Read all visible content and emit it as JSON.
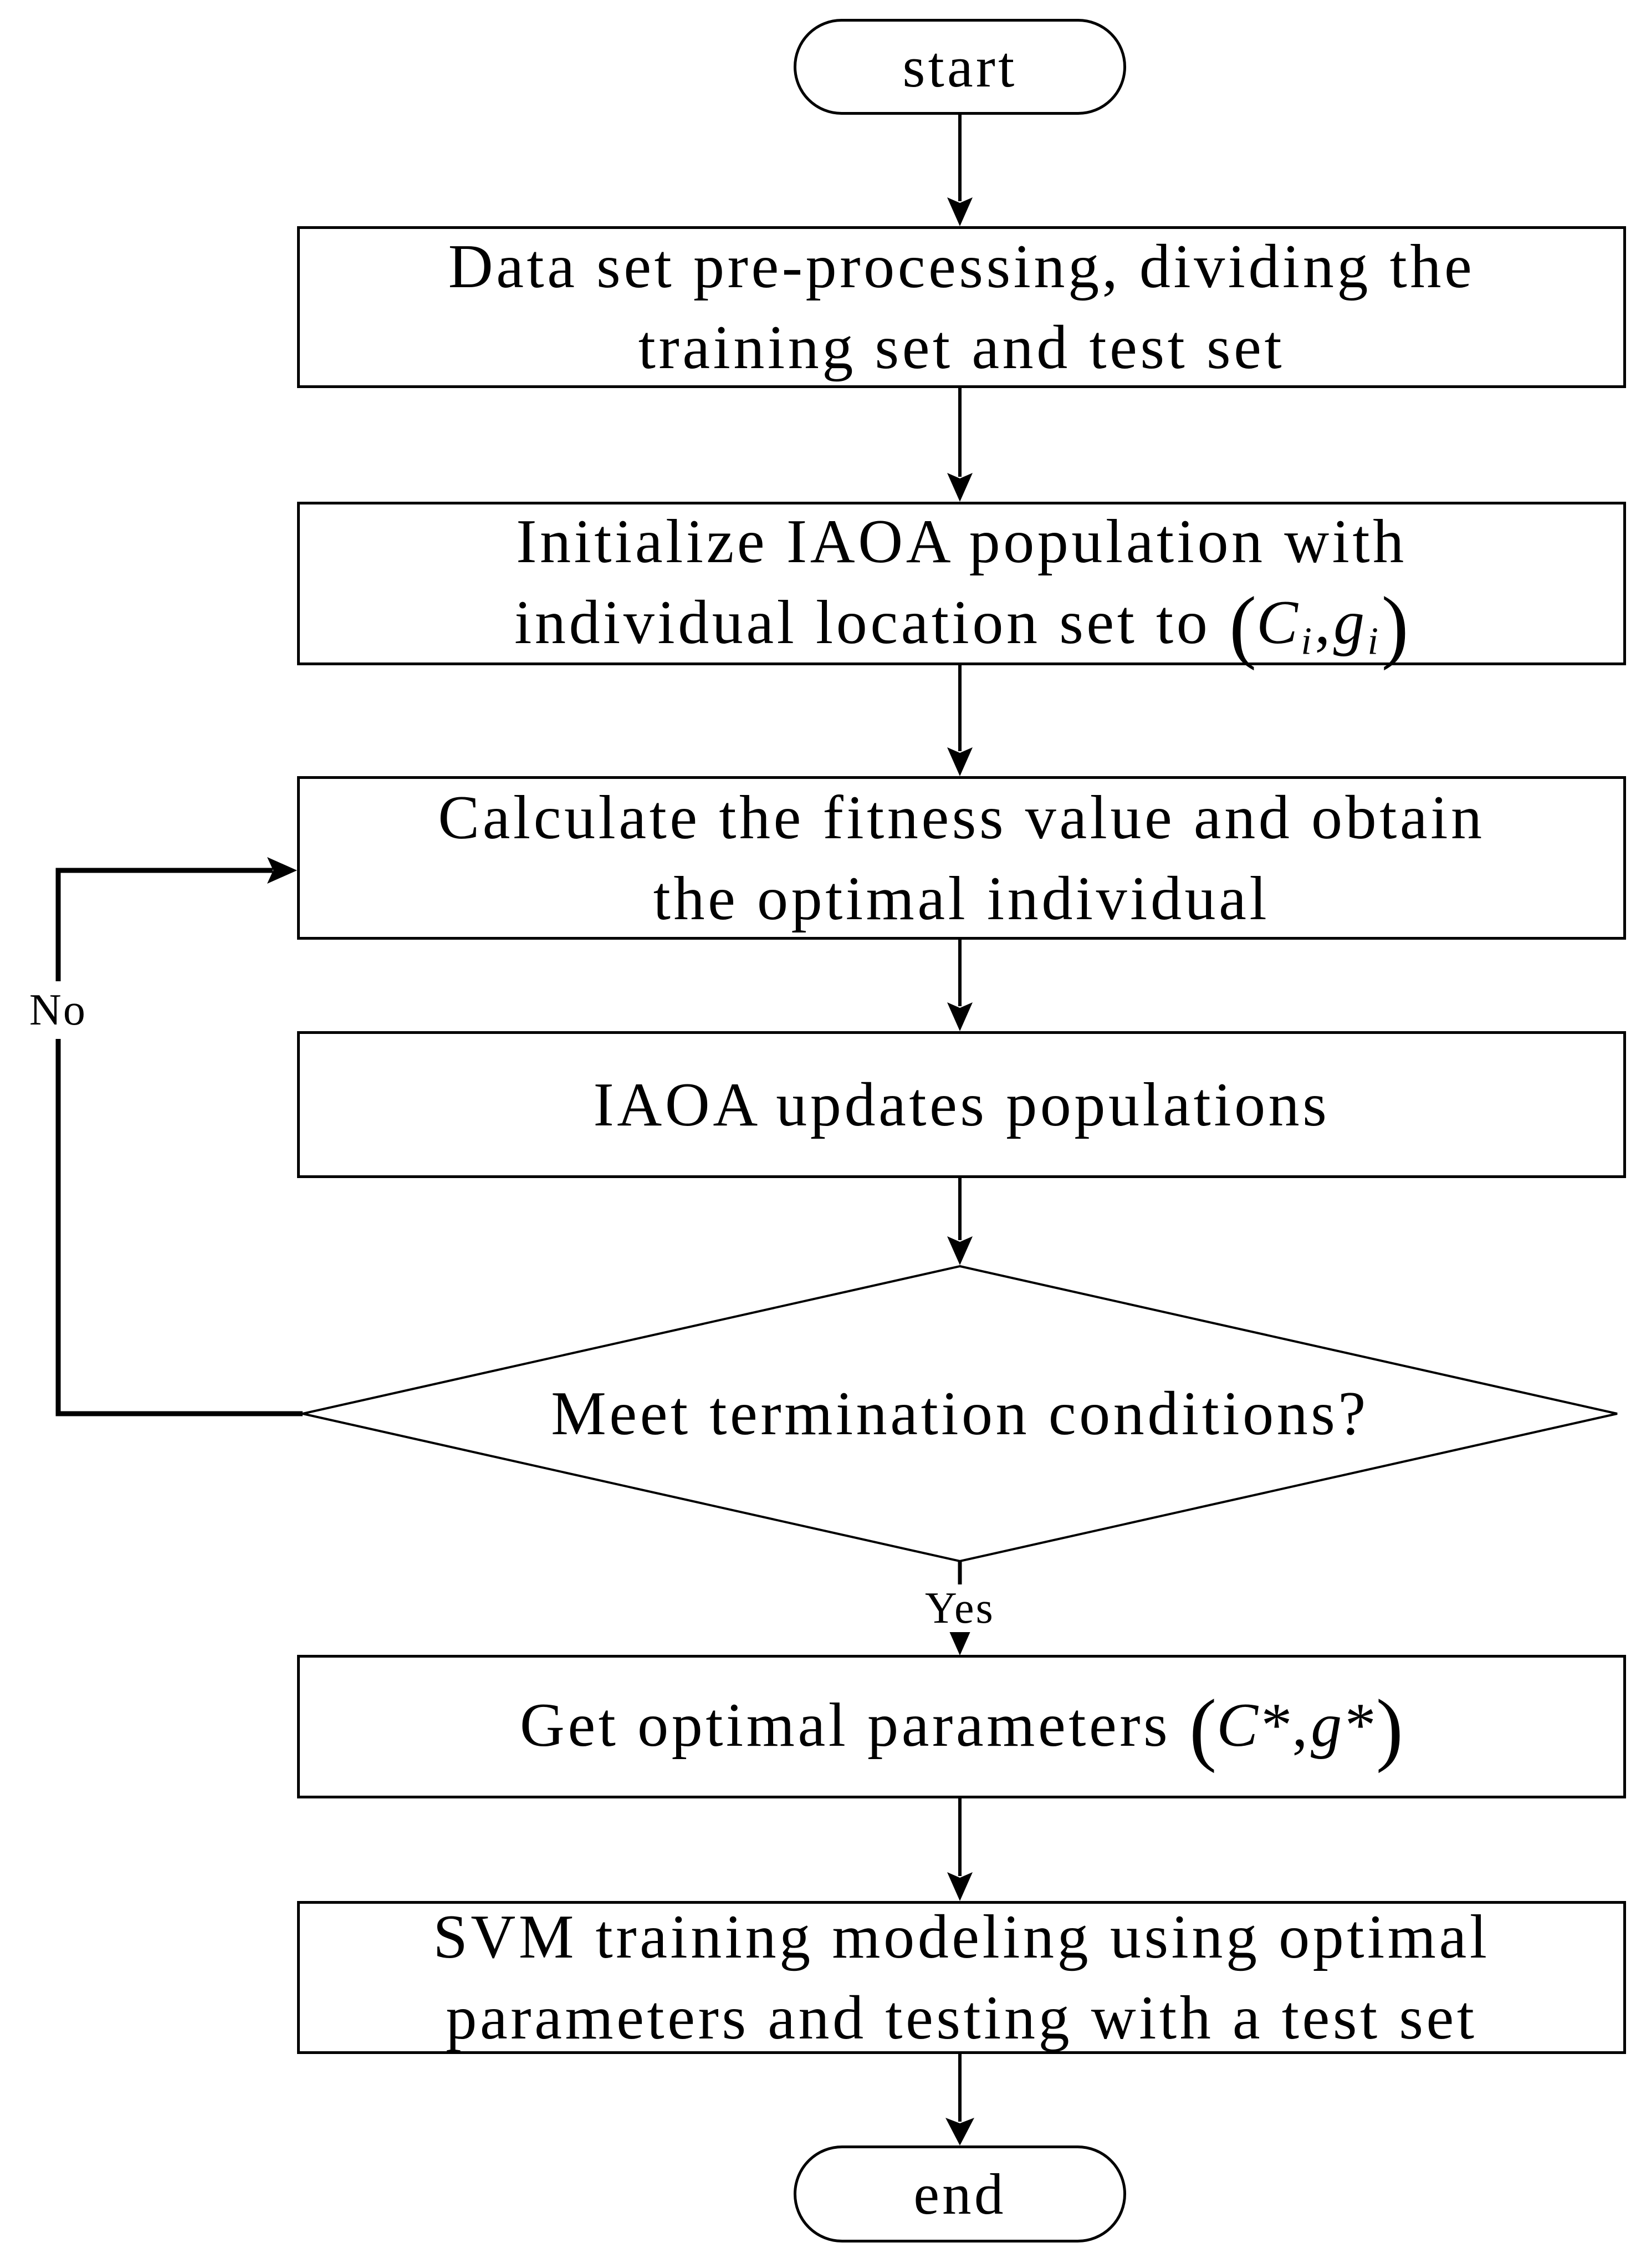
{
  "diagram": {
    "type": "flowchart",
    "background_color": "#ffffff",
    "line_color": "#000000"
  },
  "nodes": {
    "start": {
      "label": "start"
    },
    "preprocess": {
      "line1": "Data set pre-processing, dividing the",
      "line2": "training set and test set"
    },
    "initialize": {
      "line1": "Initialize IAOA population with",
      "line2_text": "individual location set to ",
      "open_paren": "(",
      "var_c": "C",
      "sub_i1": "i",
      "comma": ",",
      "var_g": "g",
      "sub_i2": "i",
      "close_paren": ")"
    },
    "fitness": {
      "line1": "Calculate the fitness value and obtain",
      "line2": "the optimal individual"
    },
    "update": {
      "label": "IAOA updates populations"
    },
    "decision": {
      "label": "Meet termination conditions?"
    },
    "optimal": {
      "text": "Get optimal parameters ",
      "open_paren": "(",
      "var_c": "C",
      "star1": "*",
      "comma": ",",
      "var_g": "g",
      "star2": "*",
      "close_paren": ")"
    },
    "svm": {
      "line1": "SVM training modeling using optimal",
      "line2": "parameters and testing with a test set"
    },
    "end": {
      "label": "end"
    }
  },
  "edges": {
    "yes_label": "Yes",
    "no_label": "No"
  }
}
